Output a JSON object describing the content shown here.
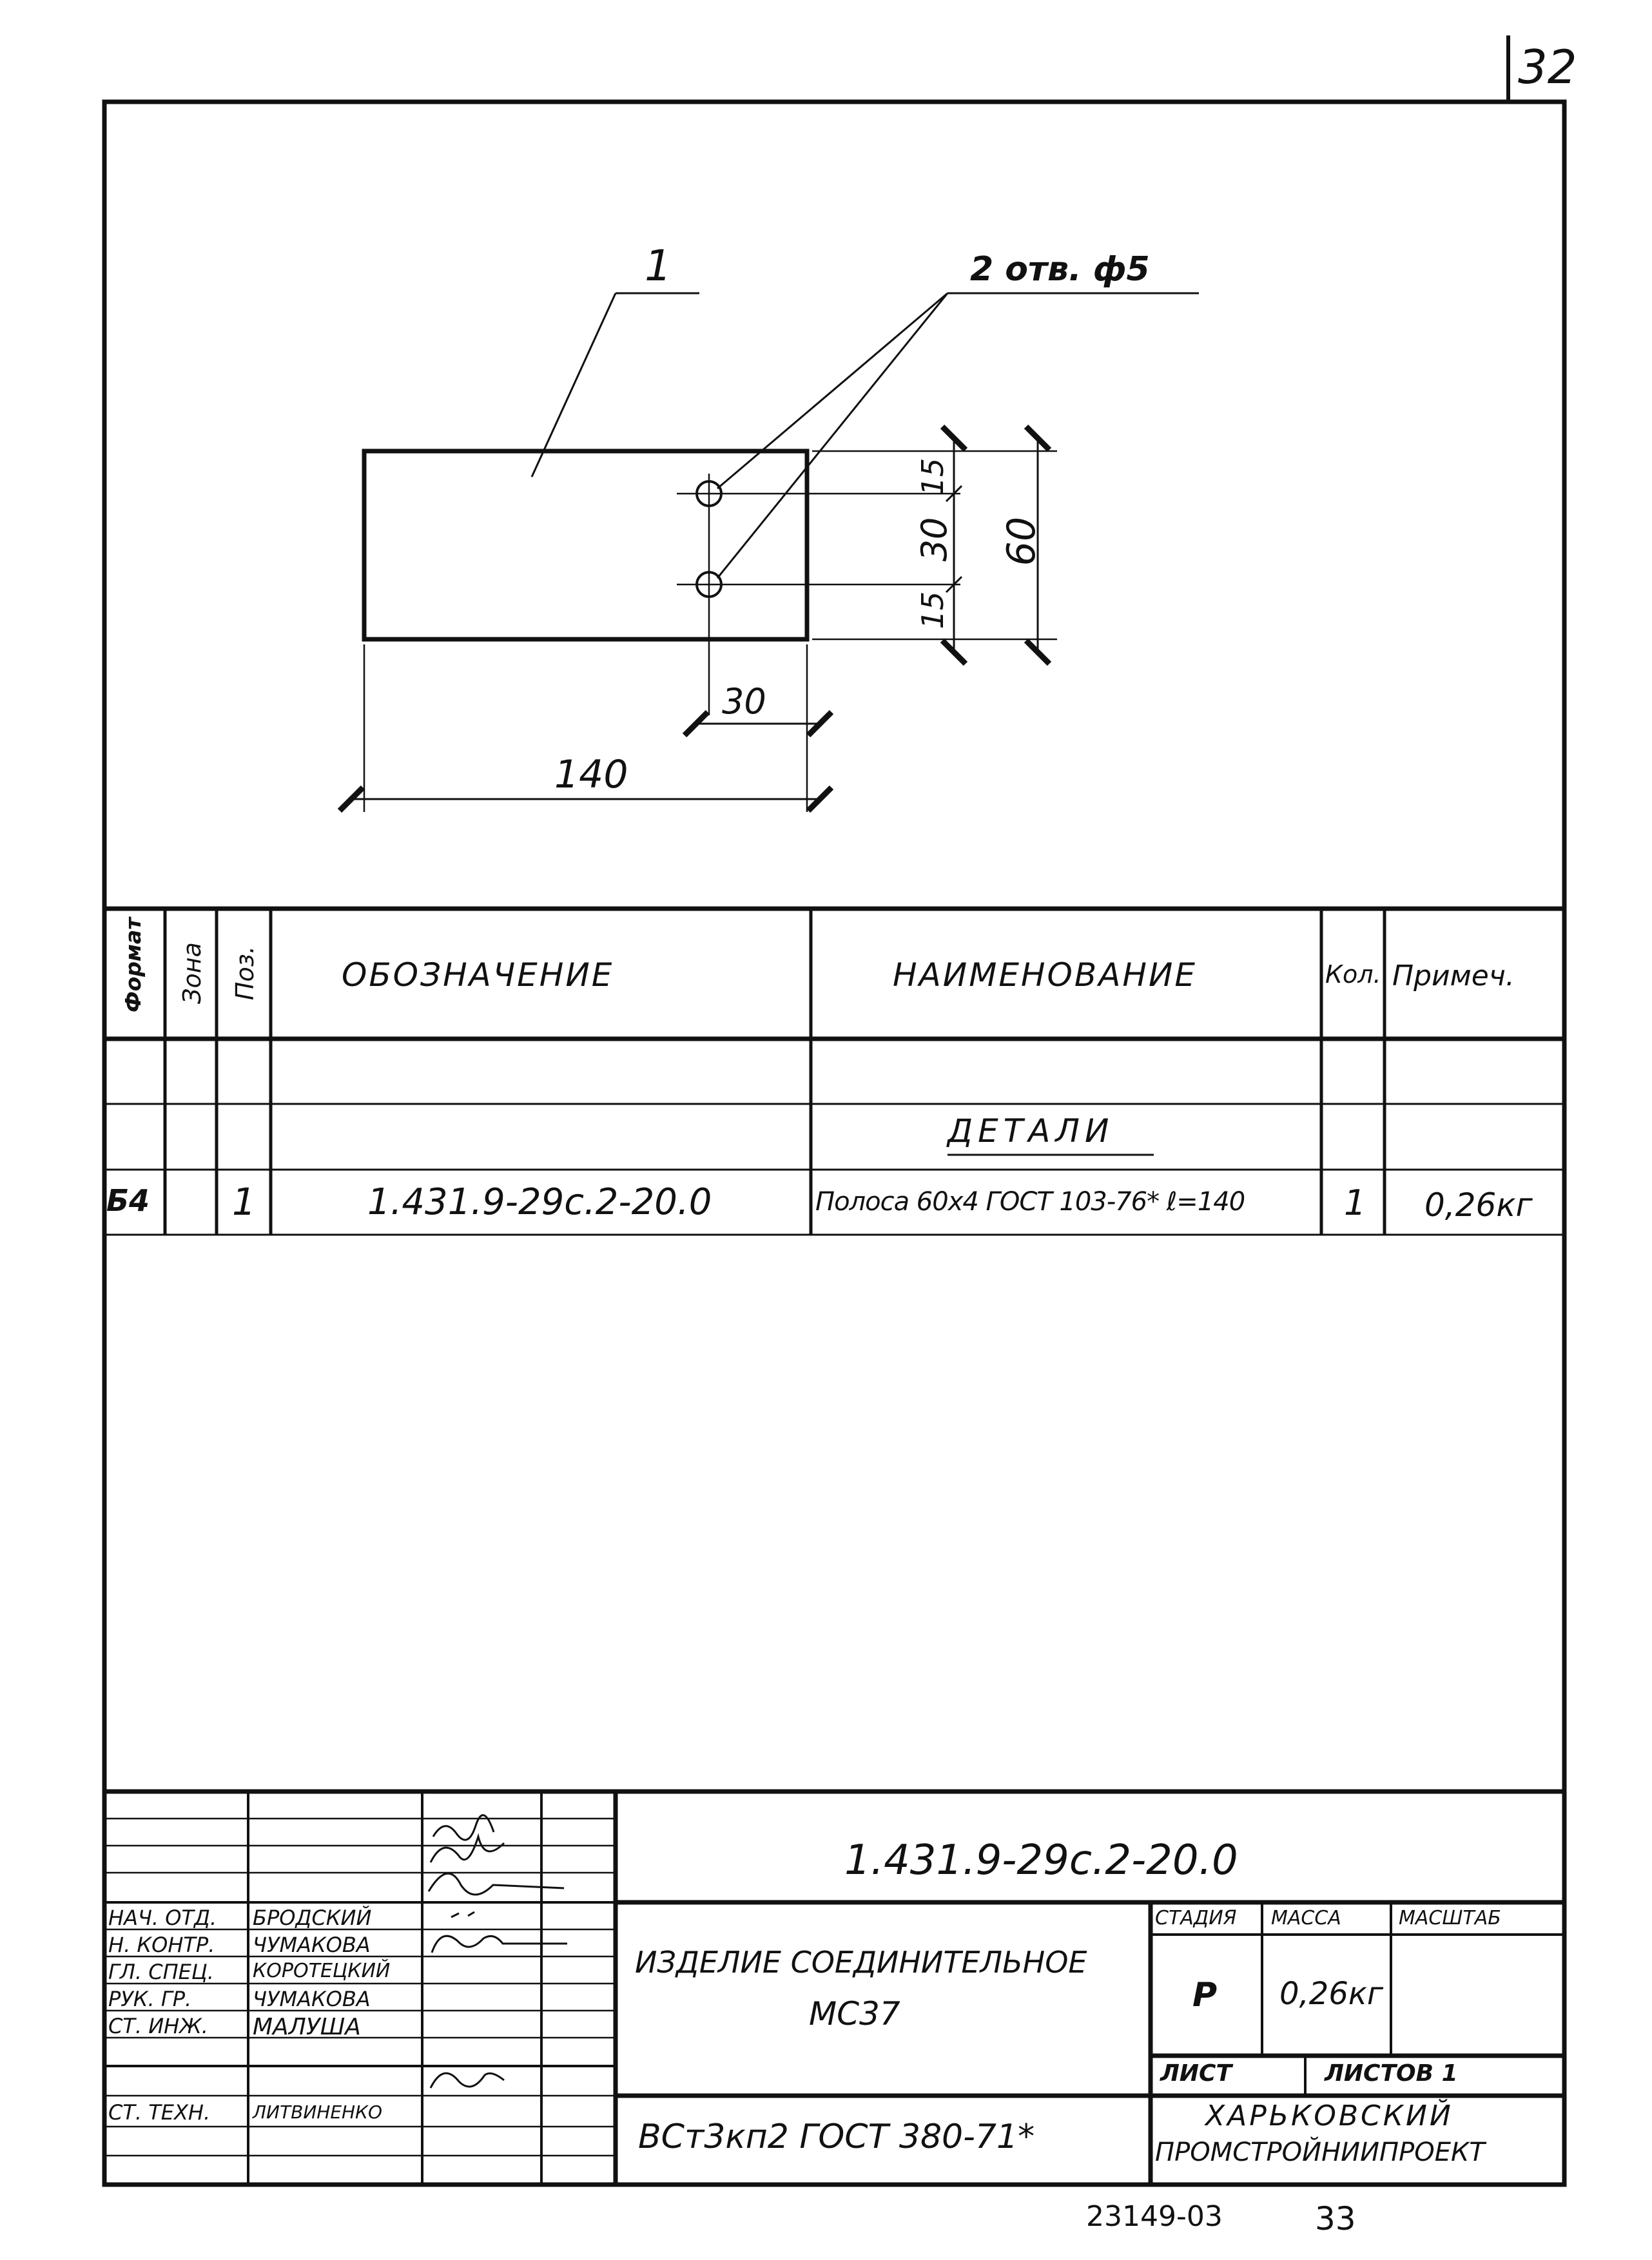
{
  "sheet_number": "32",
  "drawing": {
    "part_label": "1",
    "holes_callout": "2 отв. ф5",
    "dim_width": "140",
    "dim_height": "60",
    "dim_hole_offset": "30",
    "dim_hole_spacing": "30",
    "dim_edge_top": "15",
    "dim_edge_bottom": "15"
  },
  "spec_table": {
    "headers": {
      "format": "Формат",
      "zone": "Зона",
      "pos": "Поз.",
      "designation": "Обозначение",
      "name": "Наименование",
      "qty": "Кол.",
      "note": "Примеч."
    },
    "section_title": "Детали",
    "rows": [
      {
        "format": "Б4",
        "zone": "",
        "pos": "1",
        "designation": "1.431.9-29с.2-20.0",
        "name": "Полоса 60х4 ГОСТ 103-76* ℓ=140",
        "qty": "1",
        "note": "0,26кг"
      }
    ]
  },
  "title_block": {
    "doc_code": "1.431.9-29с.2-20.0",
    "product_name_line1": "Изделие соединительное",
    "product_name_line2": "МС37",
    "material": "ВСт3кп2 ГОСТ 380-71*",
    "org_line1": "Харьковский",
    "org_line2": "Промстройниипроект",
    "stage_label": "Стадия",
    "mass_label": "Масса",
    "scale_label": "Масштаб",
    "stage_value": "Р",
    "mass_value": "0,26кг",
    "scale_value": "",
    "sheet_label": "Лист",
    "sheets_label": "Листов 1",
    "signatures": [
      {
        "role": "Нач. отд.",
        "name": "Бродский"
      },
      {
        "role": "Н. контр.",
        "name": "Чумакова"
      },
      {
        "role": "Гл. спец.",
        "name": "Коротецкий"
      },
      {
        "role": "Рук. гр.",
        "name": "Чумакова"
      },
      {
        "role": "Ст. инж.",
        "name": "Малуша"
      },
      {
        "role": "",
        "name": ""
      },
      {
        "role": "Ст. техн.",
        "name": "Литвиненко"
      }
    ]
  },
  "footer": {
    "archive_number": "23149-03",
    "page_number": "33"
  }
}
